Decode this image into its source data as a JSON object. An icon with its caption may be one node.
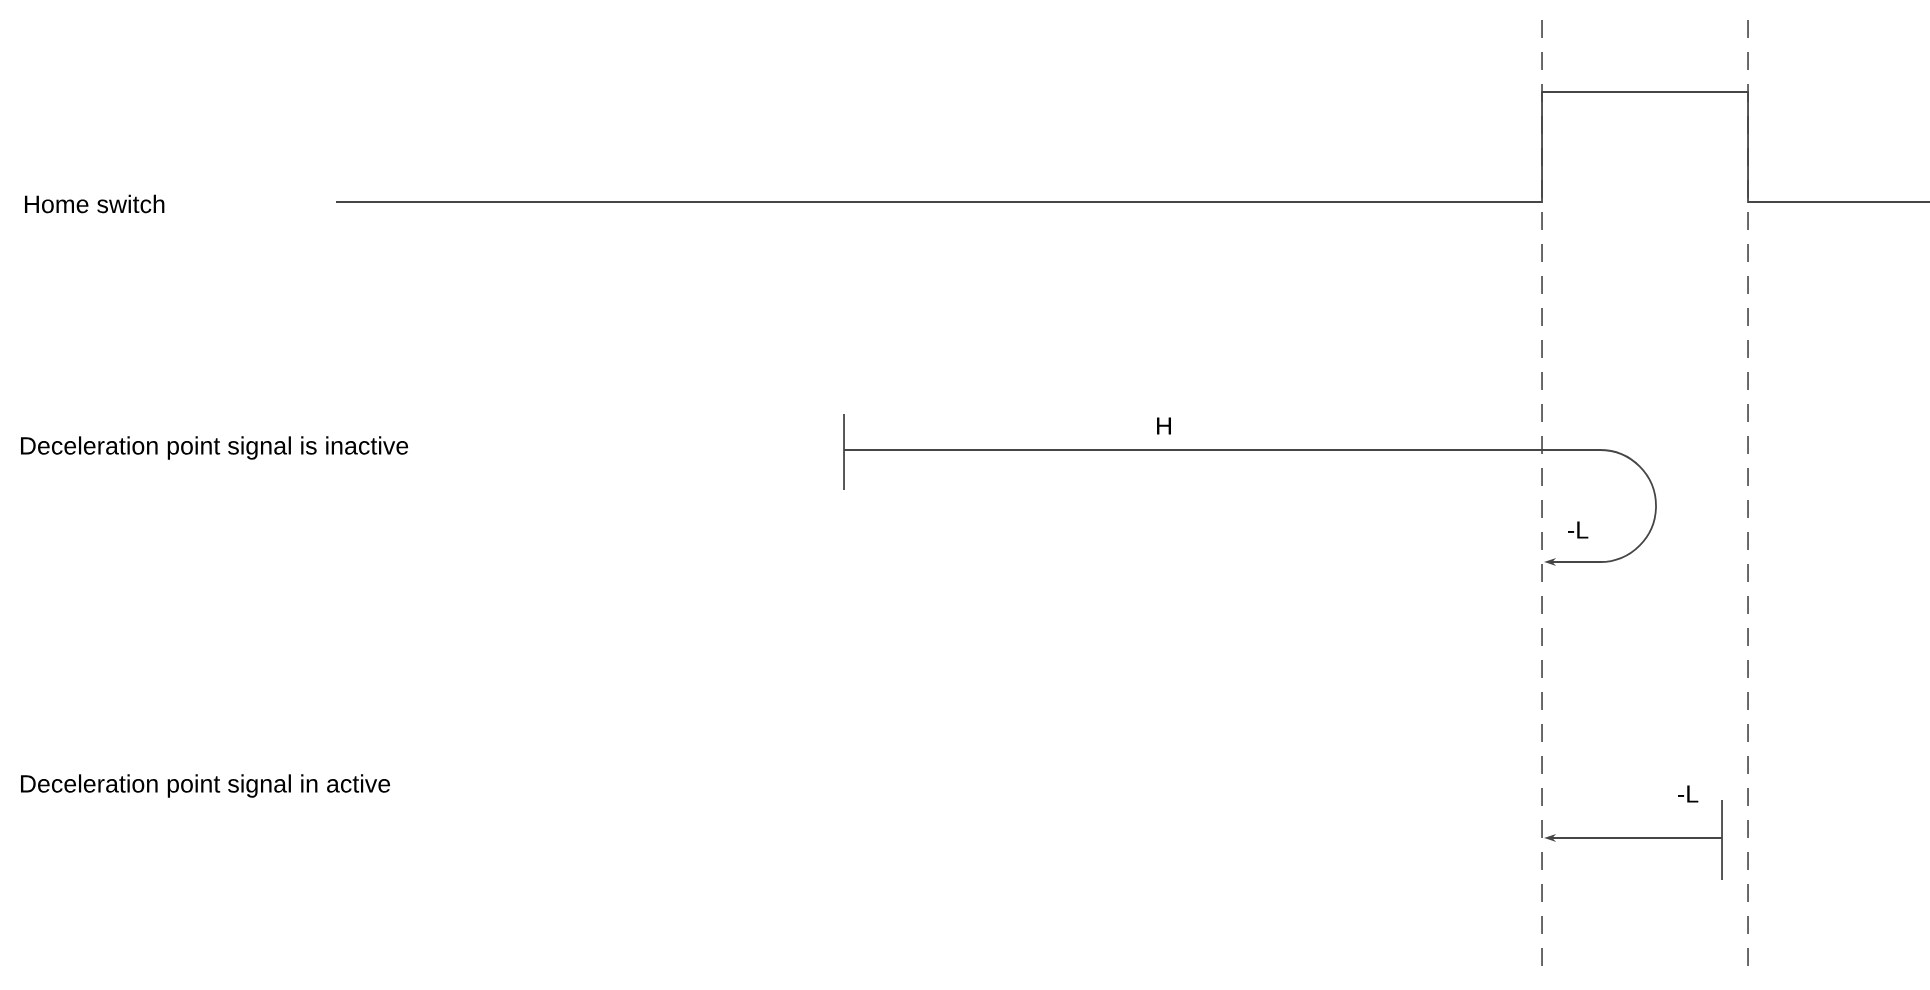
{
  "diagram": {
    "labels": [
      "Home switch",
      "H",
      "Deceleration point signal is inactive",
      "-L",
      "Deceleration point signal in active",
      "-L"
    ]
  }
}
